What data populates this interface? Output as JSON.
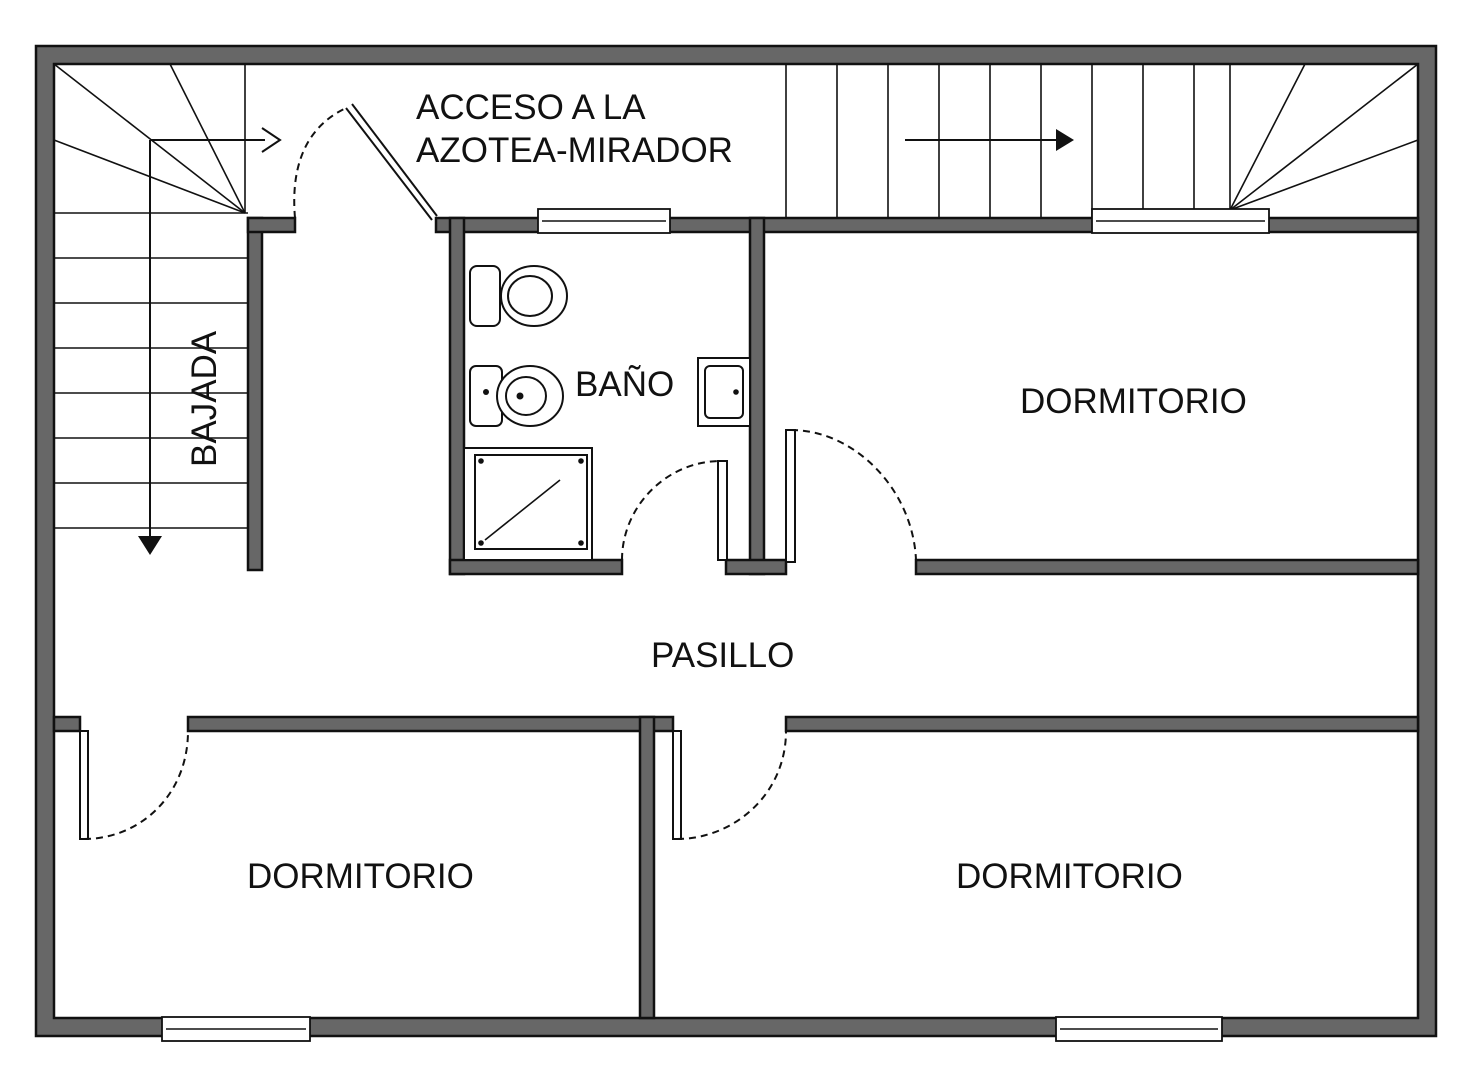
{
  "rooms": {
    "access_line1": "ACCESO A LA",
    "access_line2": "AZOTEA-MIRADOR",
    "stairs_down": "BAJADA",
    "bathroom": "BAÑO",
    "bedroom_top_right": "DORMITORIO",
    "hallway": "PASILLO",
    "bedroom_bottom_left": "DORMITORIO",
    "bedroom_bottom_right": "DORMITORIO"
  },
  "colors": {
    "wall_fill": "#676767",
    "line": "#111111",
    "background": "#ffffff"
  }
}
